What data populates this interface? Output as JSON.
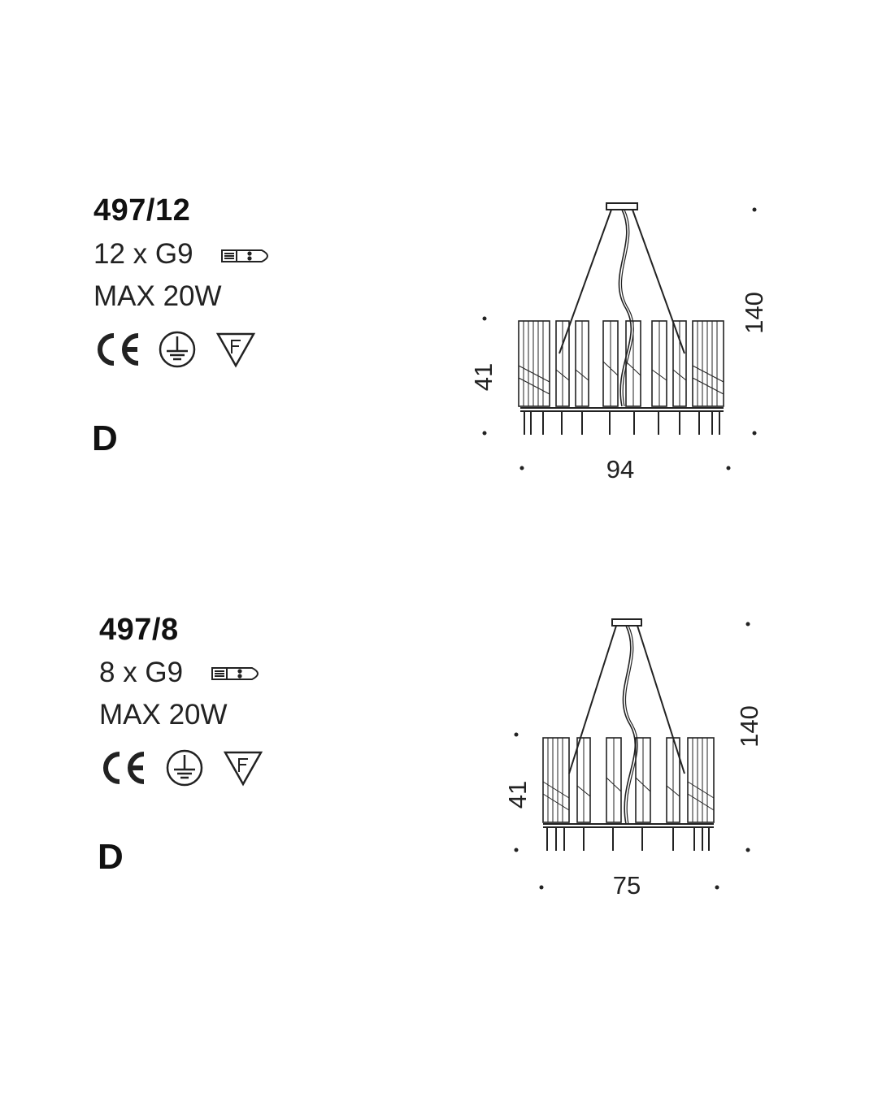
{
  "products": [
    {
      "code": "497/12",
      "lamps": "12 x G9",
      "power": "MAX 20W",
      "lamp_icon": "g9-bulb-icon",
      "cert_icons": [
        "ce-mark-icon",
        "earth-ground-icon",
        "f-mark-icon"
      ],
      "class": "D",
      "dimensions": {
        "height_total": "140",
        "height_body": "41",
        "width": "94"
      }
    },
    {
      "code": "497/8",
      "lamps": "8 x G9",
      "power": "MAX 20W",
      "lamp_icon": "g9-bulb-icon",
      "cert_icons": [
        "ce-mark-icon",
        "earth-ground-icon",
        "f-mark-icon"
      ],
      "class": "D",
      "dimensions": {
        "height_total": "140",
        "height_body": "41",
        "width": "75"
      }
    }
  ]
}
